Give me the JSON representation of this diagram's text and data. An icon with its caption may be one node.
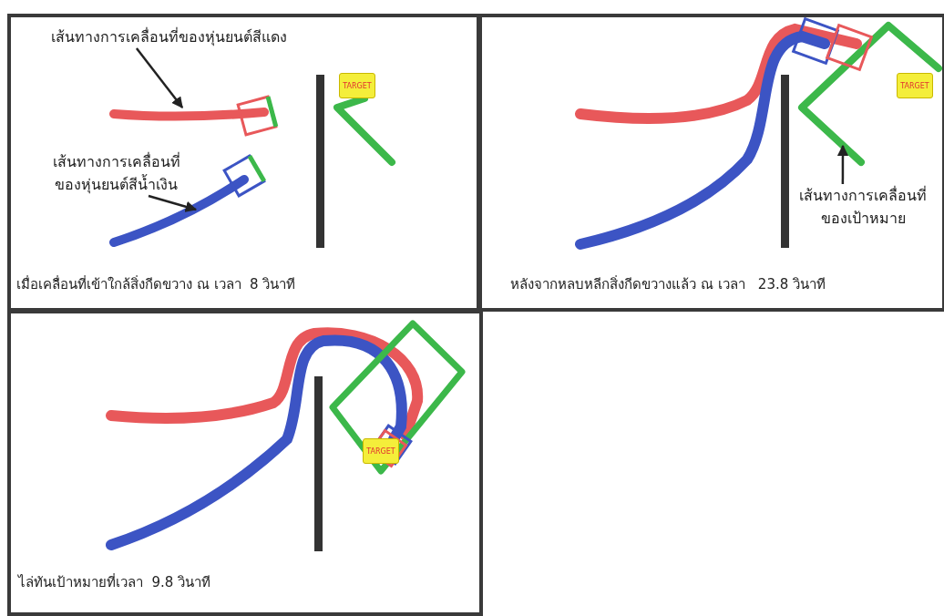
{
  "diagram": {
    "nodes": [
      {
        "text": [
          "เมื่อเคลื่อนที่เข้าใกล้สิ่งกีดขวาง ณ เวลา  8 วินาที"
        ]
      },
      {
        "text": [
          "เส้นทางการเคลื่อนที่ของหุ่นยนต์สีแดง"
        ],
        "in": 0
      },
      {
        "text": [],
        "shape": "line",
        "in": 0
      },
      {
        "text": [
          "เส้นทางการเคลื่อนที่ ของหุ่นยนต์สีน้ำเงิน"
        ],
        "in": 0
      },
      {
        "text": [],
        "shape": "line",
        "in": 0
      },
      {
        "text": [
          "หลังจากหลบหลีกสิ่งกีดขวางแล้ว ณ เวลา   23.8 วินาที"
        ]
      },
      {
        "text": [
          "เส้นทางการเคลื่อนที่ ของเป้าหมาย"
        ],
        "in": 5
      },
      {
        "text": [],
        "shape": "line",
        "in": 5
      },
      {
        "text": [
          "ไล่ทันเป้าหมายที่เวลา  9.8 วินาที"
        ]
      }
    ],
    "edges": [
      {
        "from": 1,
        "to": 2,
        "arrow": "to"
      },
      {
        "from": 3,
        "to": 4,
        "arrow": "to"
      },
      {
        "from": 6,
        "to": 7,
        "arrow": "to"
      }
    ],
    "labels": [
      "TARGET",
      "TARGET",
      "TARGET"
    ]
  }
}
